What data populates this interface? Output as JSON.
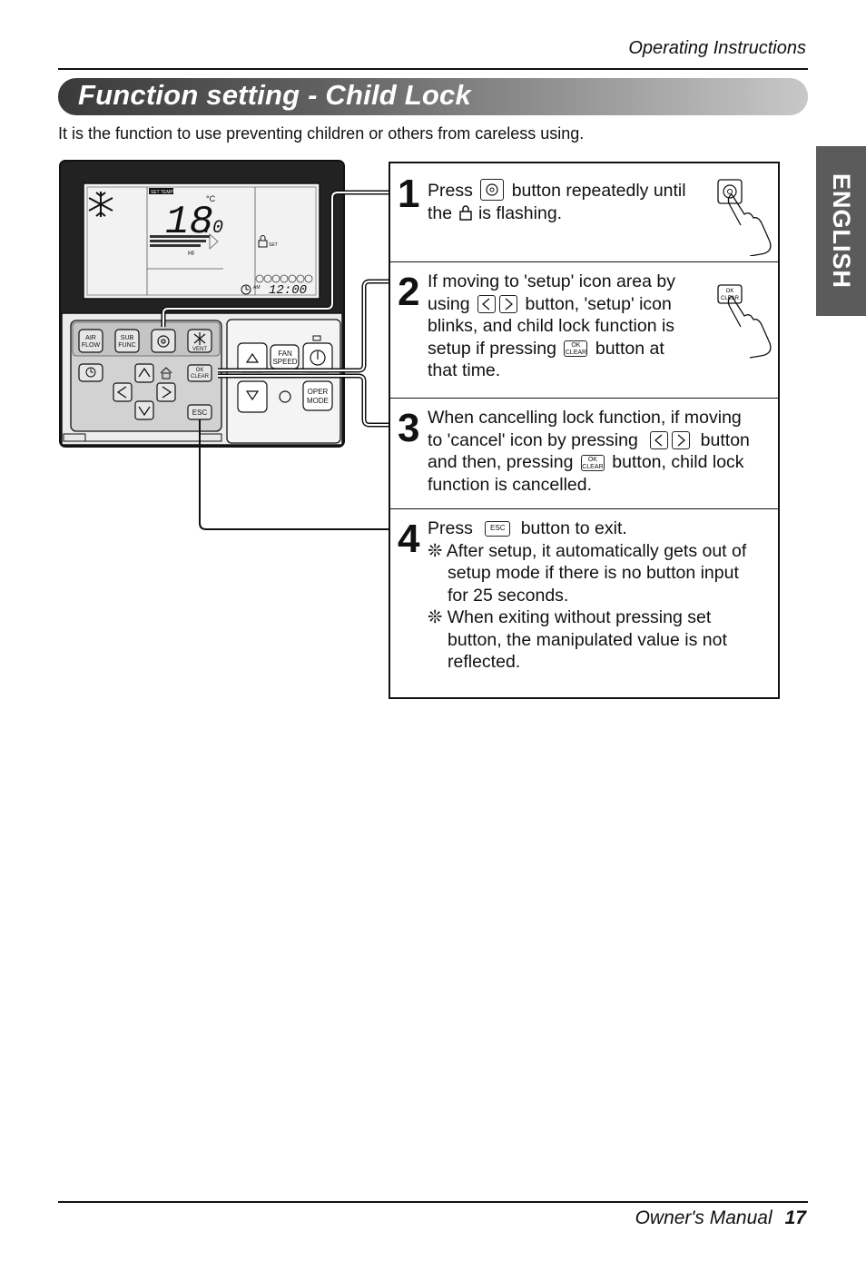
{
  "header": {
    "section": "Operating Instructions"
  },
  "title": "Function setting - Child Lock",
  "intro": "It is the function to use preventing children or others from careless using.",
  "language_tab": "ENGLISH",
  "remote": {
    "display": {
      "set_temp_label": "SET TEMP",
      "temperature": "18",
      "temperature_decimal": ".0",
      "unit": "°C",
      "fan_level": "HI",
      "lock_set_label": "SET",
      "am": "AM",
      "time": "12:00"
    },
    "buttons": {
      "air_flow": "AIR FLOW",
      "sub_func": "SUB FUNC",
      "vent": "VENT",
      "ok_clear": "OK CLEAR",
      "esc": "ESC",
      "fan_speed": "FAN SPEED",
      "oper_mode": "OPER MODE"
    }
  },
  "steps": [
    {
      "number": "1",
      "line1a": "Press",
      "line1b": "button repeatedly until",
      "line2a": "the",
      "line2b": "is flashing."
    },
    {
      "number": "2",
      "line1": "If moving to 'setup' icon area by",
      "line2a": "using",
      "line2b": "button, 'setup' icon",
      "line3": "blinks, and child lock function is",
      "line4a": "setup if pressing",
      "line4b": "button at",
      "line5": "that time."
    },
    {
      "number": "3",
      "line1": "When cancelling lock function, if moving",
      "line2a": "to 'cancel' icon by pressing",
      "line2b": "button",
      "line3a": "and then, pressing",
      "line3b": "button, child lock",
      "line4": "function is cancelled."
    },
    {
      "number": "4",
      "line1a": "Press",
      "line1b": "button to exit.",
      "note1a": "After setup, it automatically gets out of",
      "note1b": "setup mode if there is no button input",
      "note1c": "for 25 seconds.",
      "note2a": "When exiting without pressing set",
      "note2b": "button, the manipulated value is not",
      "note2c": "reflected.",
      "note_mark": "❊"
    }
  ],
  "footer": {
    "manual": "Owner's Manual",
    "page": "17"
  }
}
